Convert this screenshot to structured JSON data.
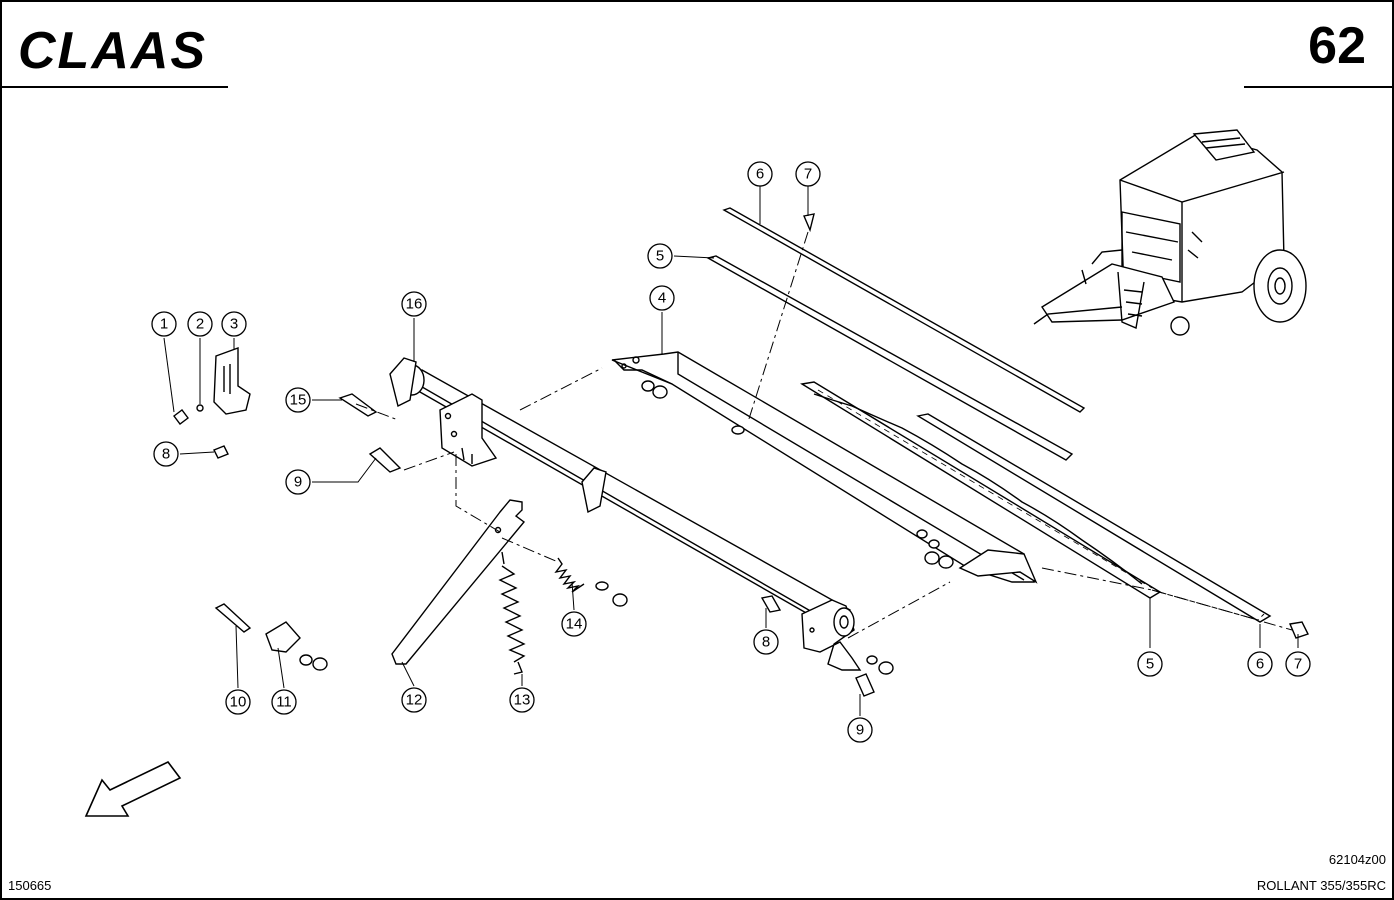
{
  "header": {
    "brand": "CLAAS",
    "page_number": "62"
  },
  "footer": {
    "doc_number": "150665",
    "drawing_code": "62104z00",
    "model": "ROLLANT 355/355RC"
  },
  "callouts": [
    {
      "label": "1"
    },
    {
      "label": "2"
    },
    {
      "label": "3"
    },
    {
      "label": "4"
    },
    {
      "label": "5"
    },
    {
      "label": "5"
    },
    {
      "label": "6"
    },
    {
      "label": "6"
    },
    {
      "label": "7"
    },
    {
      "label": "7"
    },
    {
      "label": "8"
    },
    {
      "label": "8"
    },
    {
      "label": "9"
    },
    {
      "label": "9"
    },
    {
      "label": "10"
    },
    {
      "label": "11"
    },
    {
      "label": "12"
    },
    {
      "label": "13"
    },
    {
      "label": "14"
    },
    {
      "label": "15"
    },
    {
      "label": "16"
    }
  ],
  "icons": {
    "direction_arrow": "direction-arrow-icon",
    "machine_thumbnail": "baler-icon"
  }
}
